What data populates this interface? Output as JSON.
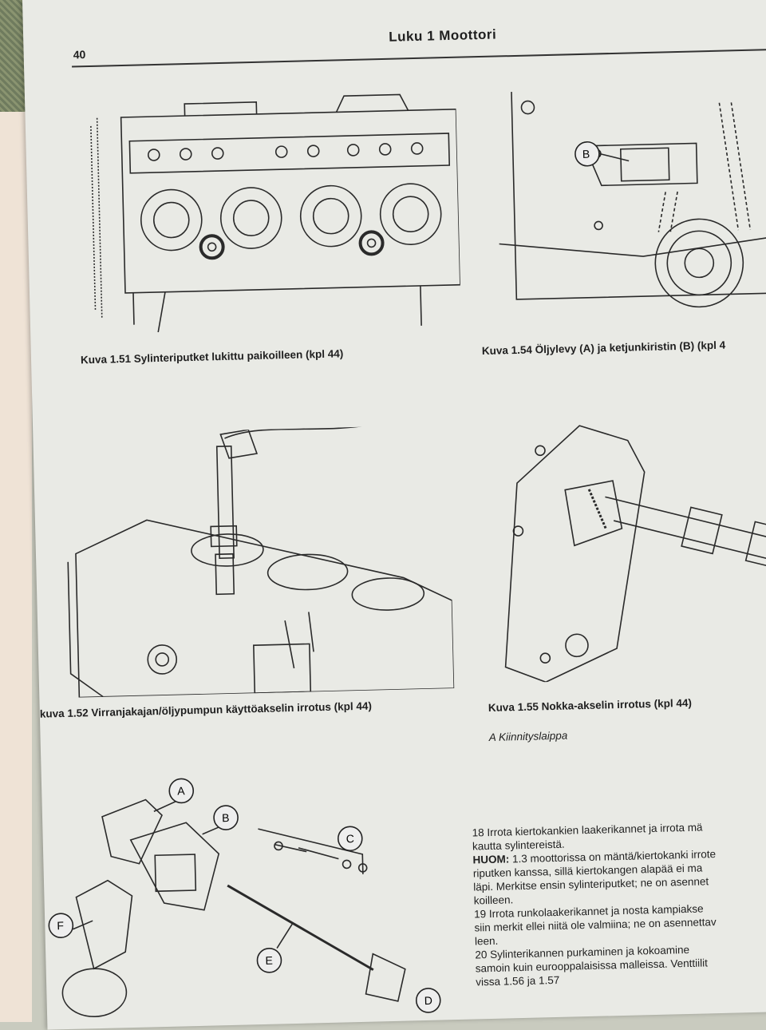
{
  "header": {
    "page_number": "40",
    "chapter_title": "Luku 1  Moottori"
  },
  "figures": {
    "fig151": {
      "caption": "Kuva 1.51 Sylinteriputket lukittu paikoilleen (kpl 44)"
    },
    "fig154": {
      "caption": "Kuva 1.54 Öljylevy (A) ja ketjunkiristin (B) (kpl 4",
      "labels": [
        "B"
      ]
    },
    "fig152": {
      "caption": "kuva 1.52 Virranjakajan/öljypumpun käyttöakselin irrotus (kpl 44)"
    },
    "fig155": {
      "caption": "Kuva 1.55 Nokka-akselin irrotus (kpl 44)",
      "subcaption": "A  Kiinnityslaippa"
    },
    "fig_pump": {
      "labels": [
        "A",
        "B",
        "C",
        "D",
        "E",
        "F"
      ]
    }
  },
  "text": {
    "p18_line1": "18  Irrota kiertokankien laakerikannet ja irrota mä",
    "p18_line2": "kautta sylintereistä.",
    "huom_label": "HUOM:",
    "huom_line1": " 1.3 moottorissa on mäntä/kiertokanki irrote",
    "huom_line2": "riputken kanssa, sillä kiertokangen alapää ei ma",
    "huom_line3": "läpi. Merkitse ensin sylinteriputket; ne on asennet",
    "huom_line4": "koilleen.",
    "p19_line1": "19  Irrota runkolaakerikannet ja nosta kampiakse",
    "p19_line2": "siin merkit ellei niitä ole valmiina; ne on asennettav",
    "p19_line3": "leen.",
    "p20_line1": "20  Sylinterikannen purkaminen ja kokoamine",
    "p20_line2": "samoin kuin eurooppalaisissa malleissa. Venttiilit",
    "p20_line3": "vissa 1.56 ja 1.57"
  }
}
